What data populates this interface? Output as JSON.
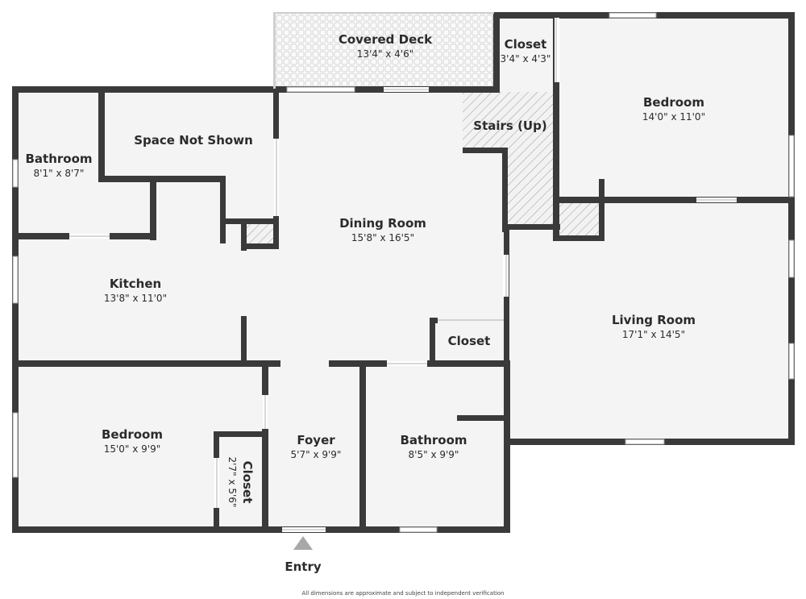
{
  "rooms": {
    "covered_deck": {
      "name": "Covered Deck",
      "dim": "13'4\" x 4'6\""
    },
    "closet_top": {
      "name": "Closet",
      "dim": "3'4\" x 4'3\""
    },
    "bedroom_top": {
      "name": "Bedroom",
      "dim": "14'0\" x 11'0\""
    },
    "stairs": {
      "name": "Stairs (Up)"
    },
    "space_not_shown": {
      "name": "Space Not Shown"
    },
    "bathroom_left": {
      "name": "Bathroom",
      "dim": "8'1\" x 8'7\""
    },
    "dining_room": {
      "name": "Dining Room",
      "dim": "15'8\" x 16'5\""
    },
    "kitchen": {
      "name": "Kitchen",
      "dim": "13'8\" x 11'0\""
    },
    "living_room": {
      "name": "Living Room",
      "dim": "17'1\" x 14'5\""
    },
    "closet_mid": {
      "name": "Closet"
    },
    "bedroom_bottom": {
      "name": "Bedroom",
      "dim": "15'0\" x 9'9\""
    },
    "closet_small": {
      "name": "Closet",
      "dim": "2'7\" x 5'6\""
    },
    "foyer": {
      "name": "Foyer",
      "dim": "5'7\" x 9'9\""
    },
    "bathroom_bottom": {
      "name": "Bathroom",
      "dim": "8'5\" x 9'9\""
    }
  },
  "entry_label": "Entry",
  "disclaimer": "All dimensions are approximate and subject to independent verification",
  "colors": {
    "wall": "#3a3a3a",
    "floor": "#f4f4f4",
    "window": "#ffffff",
    "hatch": "#9a9a9a",
    "entry_arrow": "#a8a8a8"
  }
}
